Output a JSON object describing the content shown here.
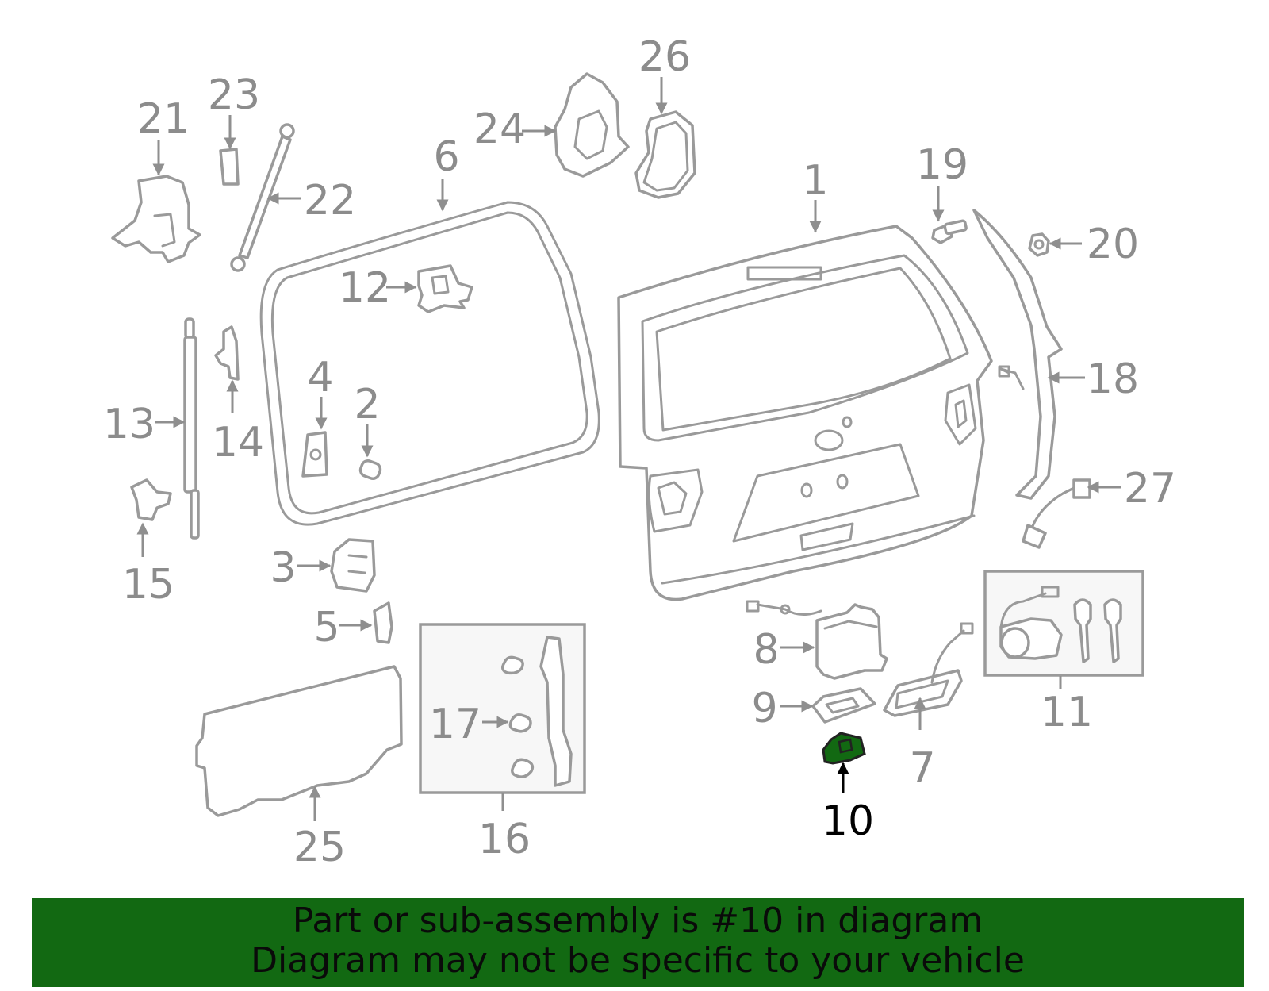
{
  "diagram": {
    "callouts": [
      "1",
      "2",
      "3",
      "4",
      "5",
      "6",
      "7",
      "8",
      "9",
      "10",
      "11",
      "12",
      "13",
      "14",
      "15",
      "16",
      "17",
      "18",
      "19",
      "20",
      "21",
      "22",
      "23",
      "24",
      "25",
      "26",
      "27"
    ],
    "highlighted_part": "10",
    "highlight_color": "#126912",
    "line_color": "#9a9a9a",
    "label_color": "#8c8c8c"
  },
  "banner": {
    "line1": "Part or sub-assembly is #10 in diagram",
    "line2": "Diagram may not be specific to your vehicle",
    "background": "#126912"
  }
}
